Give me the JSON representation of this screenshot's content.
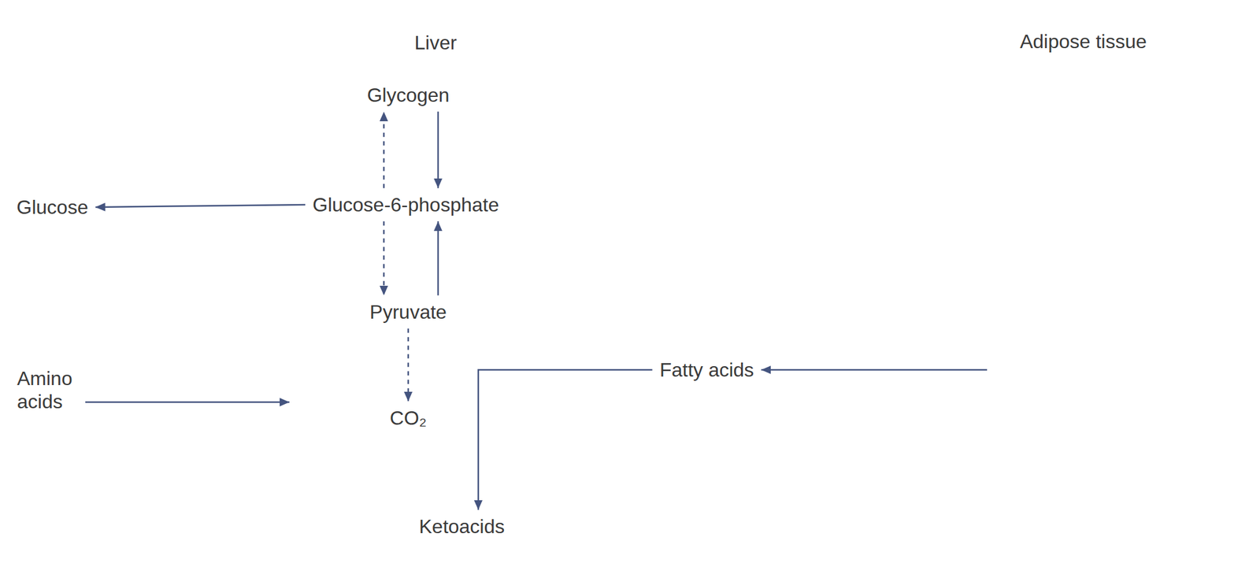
{
  "diagram": {
    "nodes": [
      {
        "text": [
          "Liver"
        ]
      },
      {
        "text": [
          "Glycogen"
        ],
        "in": 0
      },
      {
        "text": [
          "Glucose-6-phosphate"
        ],
        "in": 0
      },
      {
        "text": [
          "Pyruvate"
        ],
        "in": 0
      },
      {
        "text": [
          "CO₂"
        ],
        "in": 0
      },
      {
        "text": [
          "Glucose"
        ]
      },
      {
        "text": [
          "Amino acids"
        ]
      },
      {
        "text": [
          "Fatty acids"
        ]
      },
      {
        "text": [
          "Ketoacids"
        ]
      },
      {
        "text": [
          "Adipose tissue"
        ]
      }
    ],
    "edges": [
      {
        "from": 1,
        "to": 2,
        "arrow": "to"
      },
      {
        "from": 2,
        "to": 1,
        "arrow": "to"
      },
      {
        "from": 2,
        "to": 5,
        "arrow": "to"
      },
      {
        "from": 2,
        "to": 3,
        "arrow": "to"
      },
      {
        "from": 3,
        "to": 2,
        "arrow": "to"
      },
      {
        "from": 3,
        "to": 4,
        "arrow": "to"
      },
      {
        "from": 6,
        "to": 0,
        "arrow": "to"
      },
      {
        "from": 9,
        "to": 7,
        "arrow": "to"
      },
      {
        "from": 7,
        "to": 8,
        "arrow": "to"
      }
    ]
  }
}
